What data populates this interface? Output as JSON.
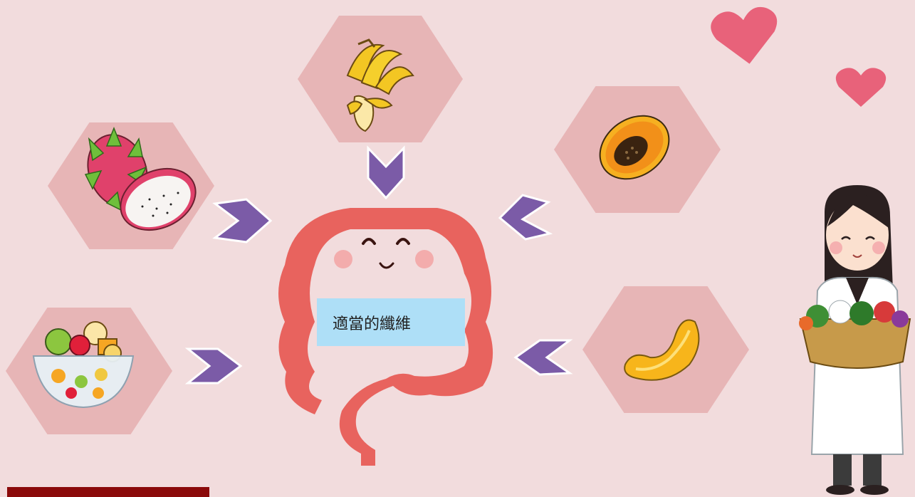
{
  "center_label": "適當的纖維",
  "colors": {
    "background": "#f2dcdd",
    "hexagon": "#e7b5b6",
    "arrow": "#7b5ba7",
    "label_box": "#aedff7",
    "bottom_bar": "#8b0a0a",
    "heart": "#e8627a",
    "intestine": "#e8635e"
  },
  "icons": [
    "banana",
    "papaya",
    "dragon-fruit",
    "fruit-salad",
    "mandarin-segment",
    "smiling-intestine",
    "doctor-with-vegetable-basket",
    "heart",
    "chevron-arrow"
  ]
}
